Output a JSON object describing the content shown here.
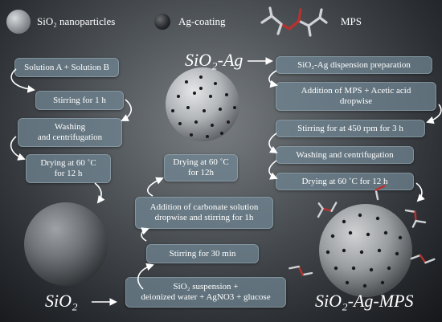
{
  "legend": {
    "sio2_label": "SiO₂ nanoparticles",
    "ag_label": "Ag-coating",
    "mps_label": "MPS"
  },
  "labels": {
    "sio2": "SiO₂",
    "sio2_ag": "SiO₂-Ag",
    "sio2_ag_mps": "SiO₂-Ag-MPS"
  },
  "column1": [
    "Solution A + Solution B",
    "Stirring for 1 h",
    "Washing\nand centrifugation",
    "Drying at 60 ˚C\nfor 12 h"
  ],
  "column2": [
    "SiO₂ suspension +\ndeionized water + AgNO3 + glucose",
    "Stirring for 30 min",
    "Addition of carbonate solution\ndropwise and stirring for 1h",
    "Drying at 60 ˚C\nfor 12h"
  ],
  "column3": [
    "SiO₂-Ag dispension preparation",
    "Addition of MPS + Acetic acid\ndropwise",
    "Stirring for at 450 rpm for 3 h",
    "Washing and centrifugation",
    "Drying at 60 ˚C for 12 h"
  ],
  "colors": {
    "box_fill": "#708694",
    "text": "#ffffff",
    "sphere": "#8a8d90",
    "ag_dot": "#1a1a1c",
    "mps_red": "#b8312f"
  }
}
